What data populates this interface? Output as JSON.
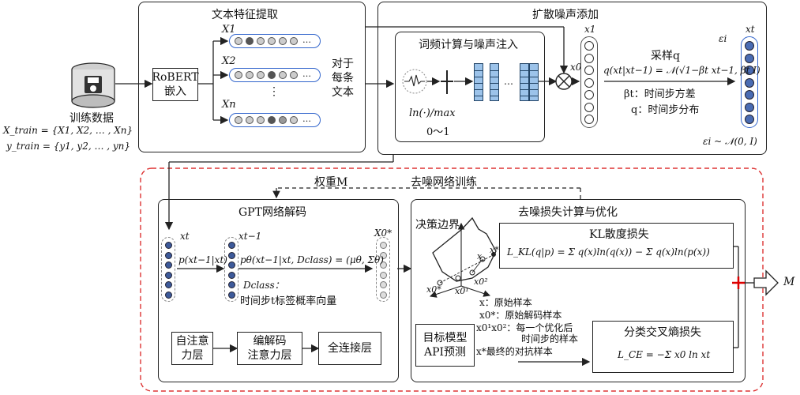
{
  "left": {
    "dataset_label": "训练数据",
    "x_train": "X_train = {X1, X2, … , Xn}",
    "y_train": "y_train = {y1, y2, … , yn}"
  },
  "text_features": {
    "title": "文本特征提取",
    "roberta": "RoBERT\n嵌入",
    "x_labels": [
      "X1",
      "X2",
      "Xn"
    ],
    "side_label": "对于\n每条\n文本"
  },
  "diffusion": {
    "title": "扩散噪声添加",
    "sub_title": "词频计算与噪声注入",
    "ln_label": "ln(·)/max",
    "range_label": "0～1",
    "x0_label": "x0",
    "x1_label": "x1",
    "xt_label": "xt",
    "sample_label": "采样q",
    "q_formula": "q(xt|xt−1) = 𝒩(√1−βt xt−1, βt I)",
    "beta_desc": "βt：时间步方差",
    "q_desc": "q：时间步分布",
    "eps_label": "εi",
    "eps_formula": "εi ~ 𝒩(0, I)"
  },
  "training": {
    "weight_label": "权重M",
    "denoise_train_label": "去噪网络训练"
  },
  "gpt": {
    "title": "GPT网络解码",
    "xt": "xt",
    "xt_1": "xt−1",
    "x0_star": "X0*",
    "p_formula": "p(xt−1|xt)",
    "ptheta_formula": "pθ(xt−1|xt, Dclass) = (μθ, Σθ)",
    "dclass": "Dclass：",
    "dclass_desc": "时间步t标签概率向量",
    "blocks": [
      "自注意\n力层",
      "编解码\n注意力层",
      "全连接层"
    ]
  },
  "loss": {
    "title": "去噪损失计算与优化",
    "decision_boundary": "决策边界",
    "kl_title": "KL散度损失",
    "kl_formula": "L_KL(q|p) = Σ q(x)ln(q(x)) − Σ q(x)ln(p(x))",
    "legend": [
      "x：原始样本",
      "x0*：原始解码样本",
      "x0¹x0²：每一个优化后",
      "时间步的样本",
      "x*最终的对抗样本"
    ],
    "target_model": "目标模型\nAPI预测",
    "ce_title": "分类交叉熵损失",
    "ce_formula": "L_CE = −Σ x0 ln xt",
    "output_label": "M",
    "point_labels": [
      "x",
      "x*",
      "x0*",
      "x0¹",
      "x0²"
    ]
  }
}
